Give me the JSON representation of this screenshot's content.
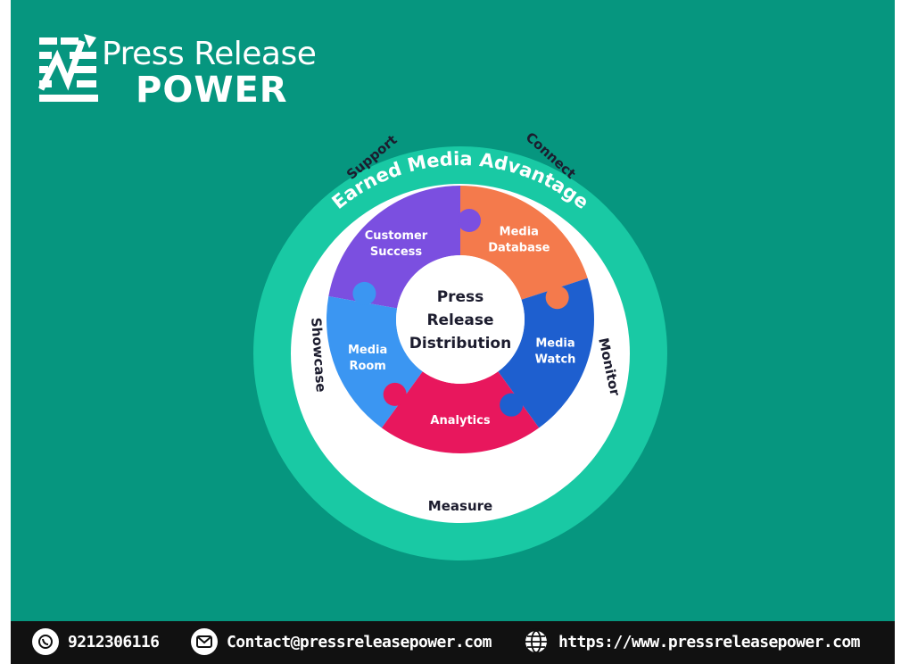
{
  "brand": {
    "name_top": "Press Release",
    "name_bottom": "POWER"
  },
  "diagram": {
    "outer_ring_label": "Earned Media Advantage",
    "center_label_lines": [
      "Press",
      "Release",
      "Distribution"
    ],
    "segments": [
      {
        "id": "customer-success",
        "label_lines": [
          "Customer",
          "Success"
        ],
        "ring_label": "Support",
        "color": "#7b4fe0"
      },
      {
        "id": "media-database",
        "label_lines": [
          "Media",
          "Database"
        ],
        "ring_label": "Connect",
        "color": "#f47a4c"
      },
      {
        "id": "media-watch",
        "label_lines": [
          "Media",
          "Watch"
        ],
        "ring_label": "Monitor",
        "color": "#1e5fcf"
      },
      {
        "id": "analytics",
        "label_lines": [
          "Analytics"
        ],
        "ring_label": "Measure",
        "color": "#e8175d"
      },
      {
        "id": "media-room",
        "label_lines": [
          "Media",
          "Room"
        ],
        "ring_label": "Showcase",
        "color": "#3b96f2"
      }
    ],
    "colors": {
      "background": "#06967f",
      "outer_ring": "#19c9a4",
      "white_ring": "#ffffff",
      "ring_text": "#1c1c2e",
      "center": "#ffffff"
    }
  },
  "footer": {
    "phone": "9212306116",
    "email": "Contact@pressreleasepower.com",
    "website": "https://www.pressreleasepower.com",
    "icons": [
      "whatsapp-icon",
      "mail-icon",
      "globe-icon"
    ]
  }
}
